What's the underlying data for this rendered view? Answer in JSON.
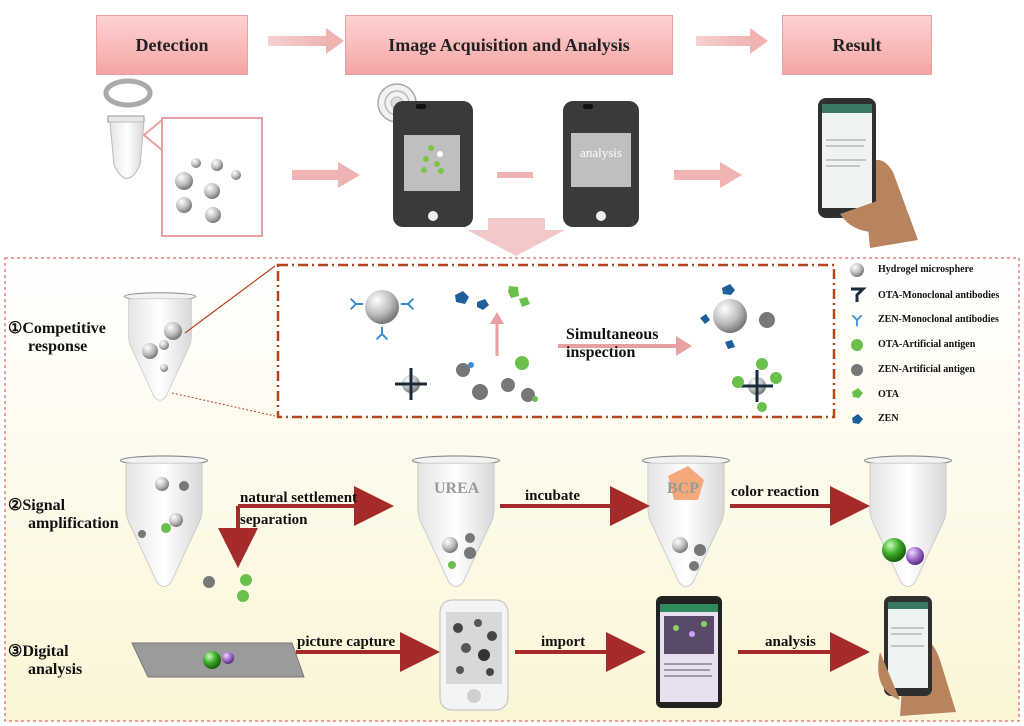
{
  "header": {
    "detection": "Detection",
    "image_acq": "Image Acquisition and Analysis",
    "result": "Result"
  },
  "tablet": {
    "screen_text": "analysis"
  },
  "sections": {
    "competitive": {
      "num": "①",
      "line1": "Competitive",
      "line2": "response"
    },
    "signal": {
      "num": "②",
      "line1": "Signal",
      "line2": "amplification"
    },
    "digital": {
      "num": "③",
      "line1": "Digital",
      "line2": "analysis"
    }
  },
  "competitive_box": {
    "simultaneous": "Simultaneous",
    "inspection": "inspection"
  },
  "legend": [
    {
      "icon": "hydrogel-microsphere-icon",
      "label": "Hydrogel microsphere"
    },
    {
      "icon": "ota-antibody-icon",
      "label": "OTA-Monoclonal antibodies"
    },
    {
      "icon": "zen-antibody-icon",
      "label": "ZEN-Monoclonal antibodies"
    },
    {
      "icon": "ota-antigen-icon",
      "label": "OTA-Artificial antigen"
    },
    {
      "icon": "zen-antigen-icon",
      "label": "ZEN-Artificial antigen"
    },
    {
      "icon": "ota-icon",
      "label": "OTA"
    },
    {
      "icon": "zen-icon",
      "label": "ZEN"
    }
  ],
  "signal_steps": {
    "natural": "natural settlement",
    "separation": "separation",
    "urea": "UREA",
    "incubate": "incubate",
    "bcp": "BCP",
    "color_reaction": "color reaction"
  },
  "digital_steps": {
    "picture_capture": "picture capture",
    "import": "import",
    "analysis": "analysis"
  },
  "colors": {
    "pink_box": "#f4a5a5",
    "dark_red_arrow": "#a52a2a",
    "dashed_border": "#b5451b",
    "green_bead": "#2e9b1e",
    "purple_bead": "#8a4fb5"
  }
}
